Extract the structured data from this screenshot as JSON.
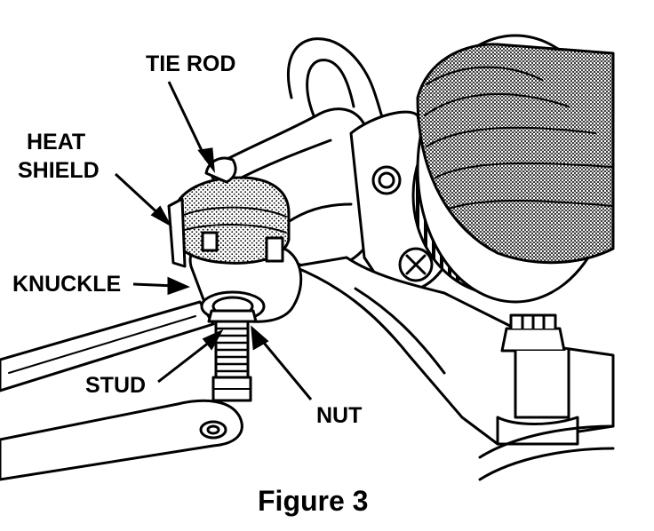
{
  "labels": {
    "tie_rod": "TIE ROD",
    "heat_shield_line1": "HEAT",
    "heat_shield_line2": "SHIELD",
    "knuckle": "KNUCKLE",
    "stud": "STUD",
    "nut": "NUT"
  },
  "caption": "Figure 3"
}
